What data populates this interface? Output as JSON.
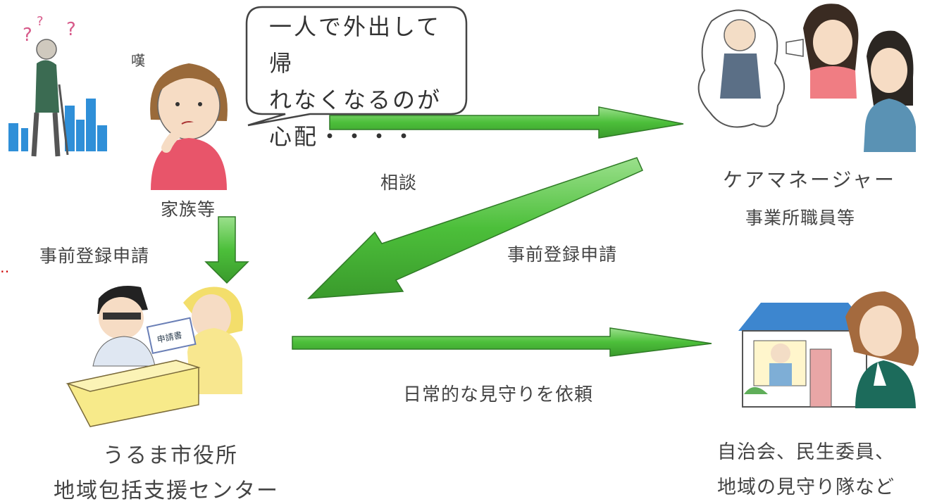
{
  "speech_bubble": {
    "text": "一人で外出して帰\nれなくなるのが\n心配・・・・"
  },
  "sigh_mark": "嘆",
  "labels": {
    "family": "家族等",
    "consult": "相談",
    "care_manager_line1": "ケアマネージャー",
    "care_manager_line2": "事業所職員等",
    "pre_registration_left": "事前登録申請",
    "pre_registration_right": "事前登録申請",
    "request_watch": "日常的な見守りを依頼",
    "city_hall_line1": "うるま市役所",
    "city_hall_line2": "地域包括支援センター",
    "community_line1": "自治会、民生委員、",
    "community_line2": "地域の見守り隊など",
    "form_paper": "申請書",
    "edge_dots": "‥"
  },
  "colors": {
    "arrow_green": "#5cc94a",
    "arrow_dark": "#2f7a26",
    "building_blue": "#2f8fd8"
  }
}
